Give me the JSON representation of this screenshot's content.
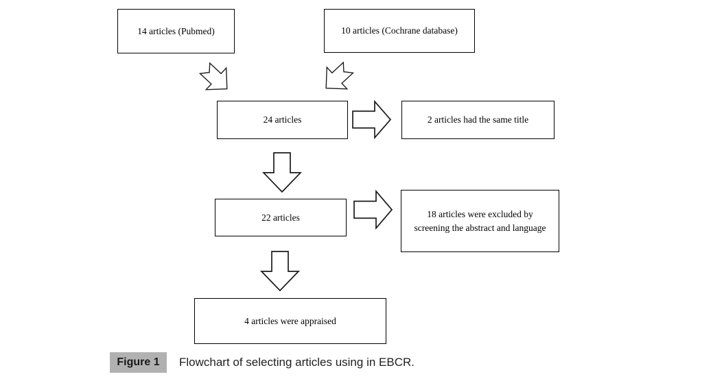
{
  "flowchart": {
    "nodes": [
      {
        "id": "pubmed",
        "text": "14 articles (Pubmed)"
      },
      {
        "id": "cochrane",
        "text": "10 articles (Cochrane database)"
      },
      {
        "id": "merged",
        "text": "24 articles"
      },
      {
        "id": "duplicates",
        "text": "2 articles had the same title"
      },
      {
        "id": "screened",
        "text": "22 articles"
      },
      {
        "id": "excluded",
        "text": "18 articles were excluded by screening the abstract and language"
      },
      {
        "id": "appraised",
        "text": "4 articles were appraised"
      }
    ],
    "arrows": [
      {
        "id": "pubmed-to-merged",
        "direction": "down-right"
      },
      {
        "id": "cochrane-to-merged",
        "direction": "down-left"
      },
      {
        "id": "merged-to-duplicates",
        "direction": "right"
      },
      {
        "id": "merged-to-screened",
        "direction": "down"
      },
      {
        "id": "screened-to-excluded",
        "direction": "right"
      },
      {
        "id": "screened-to-appraised",
        "direction": "down"
      }
    ],
    "caption": {
      "label": "Figure 1",
      "text": "Flowchart of selecting articles using in EBCR."
    },
    "colors": {
      "box_fill": "#ffffff",
      "box_border": "#000000",
      "arrow_fill": "#ffffff",
      "arrow_stroke": "#1a1a1a",
      "caption_label_bg": "#b1b1b1",
      "caption_text_color": "#1f1f1f"
    }
  }
}
